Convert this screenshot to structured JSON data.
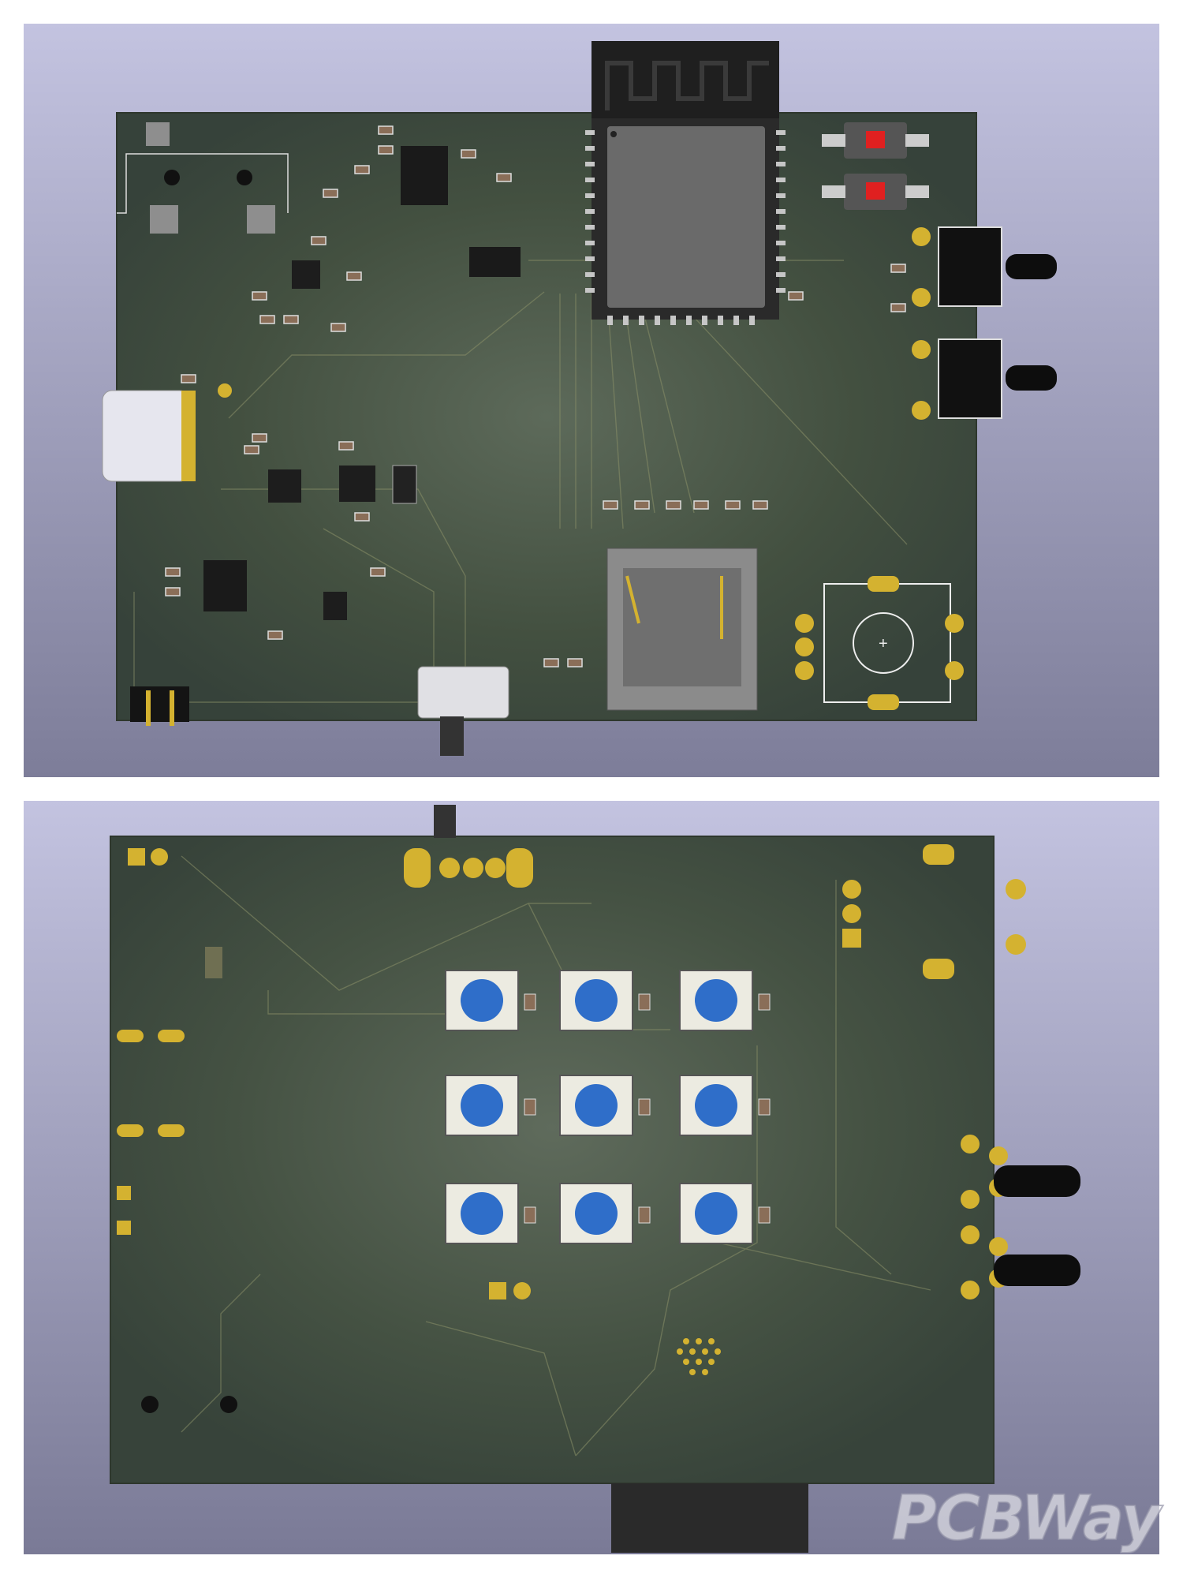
{
  "image": {
    "views": [
      {
        "name": "top-side-3d-render"
      },
      {
        "name": "bottom-side-3d-render"
      }
    ],
    "watermark": "PCBWay"
  },
  "colors": {
    "background_top": "#c3c3e0",
    "background_bottom": "#7a7a96",
    "pcb": "#3d4a3c",
    "pcb_center": "#5a6757",
    "gold": "#d4b230",
    "module": "#5a5a5a",
    "button_blue": "#2f6ec9",
    "led_red": "#e02020"
  },
  "top_view": {
    "sd_slot_count": 1,
    "push_buttons": 2,
    "tactile_switches": 2
  },
  "bottom_view": {
    "button_grid": {
      "rows": 3,
      "cols": 3
    }
  }
}
